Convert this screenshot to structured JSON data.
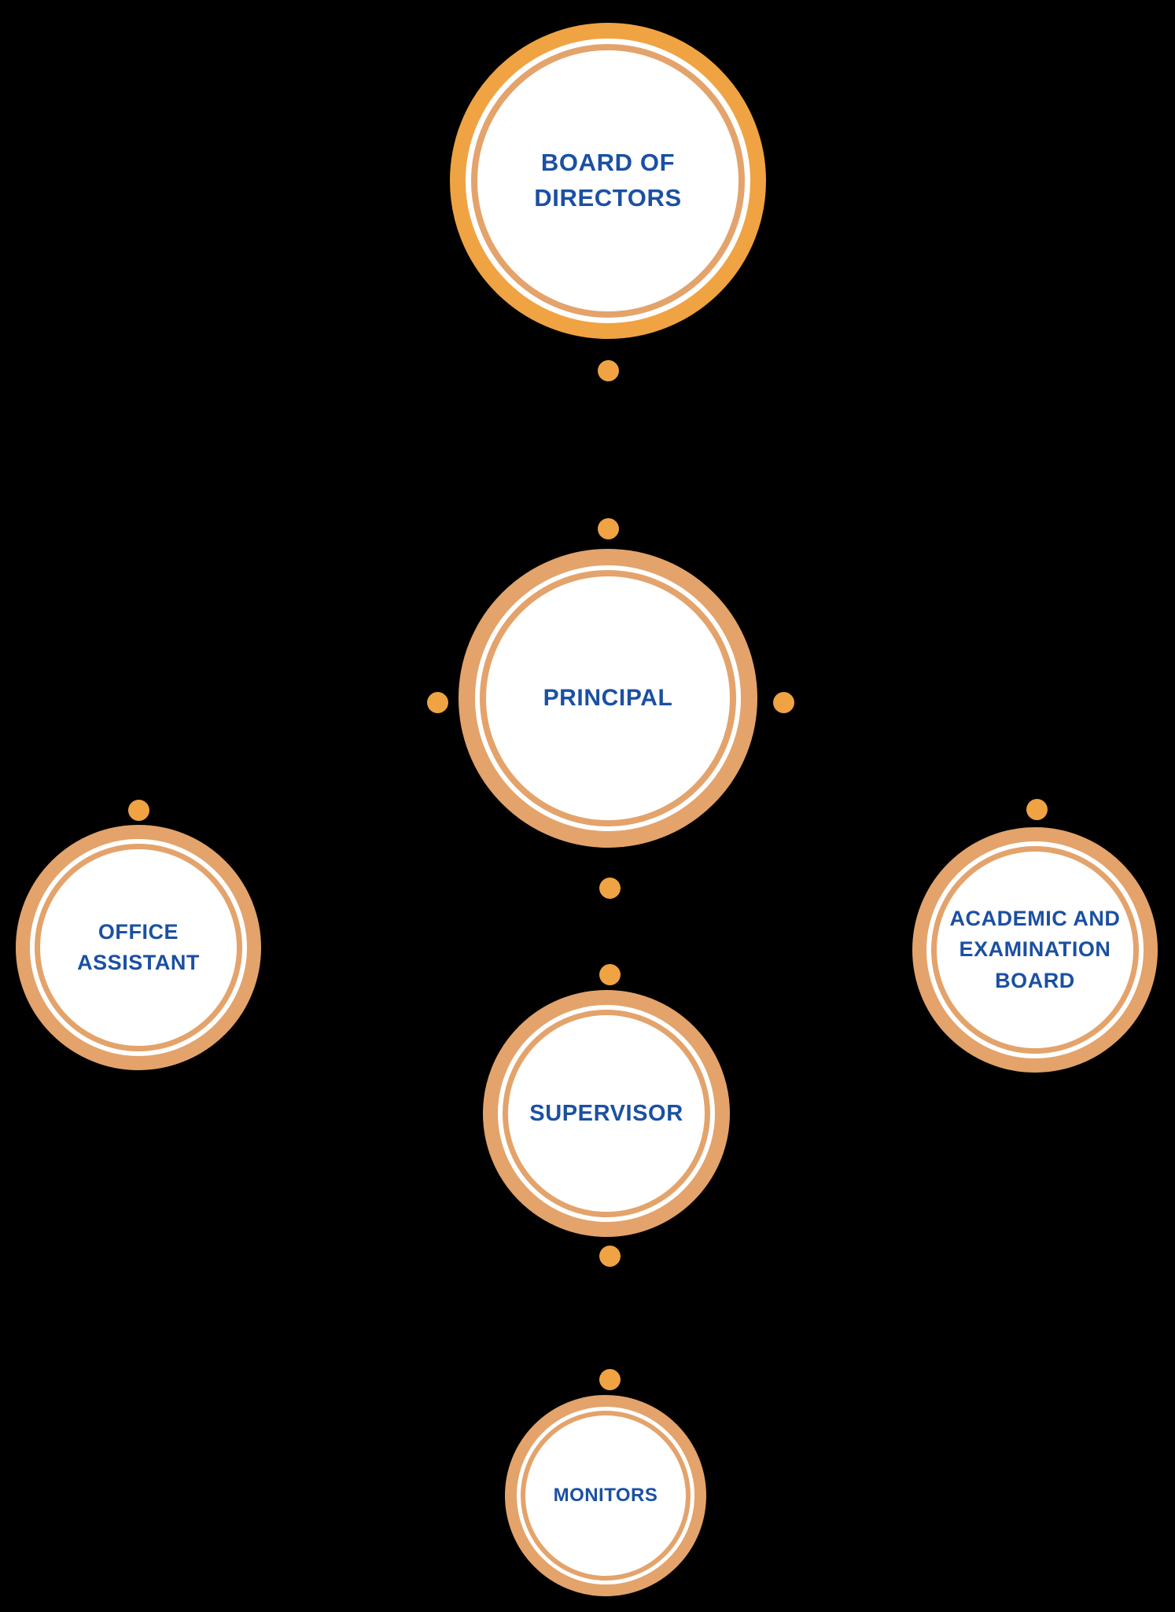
{
  "diagram": {
    "type": "org-chart",
    "nodes": [
      {
        "id": "board-of-directors",
        "label": "BOARD OF DIRECTORS",
        "lines": [
          "BOARD OF DIRECTORS"
        ]
      },
      {
        "id": "principal",
        "label": "PRINCIPAL",
        "lines": [
          "PRINCIPAL"
        ]
      },
      {
        "id": "office-assistant",
        "label": "OFFICE ASSISTANT",
        "lines": [
          "OFFICE",
          "ASSISTANT"
        ]
      },
      {
        "id": "academic-and-examination-board",
        "label": "ACADEMIC AND EXAMINATION BOARD",
        "lines": [
          "ACADEMIC AND",
          "EXAMINATION",
          "BOARD"
        ]
      },
      {
        "id": "supervisor",
        "label": "SUPERVISOR",
        "lines": [
          "SUPERVISOR"
        ]
      },
      {
        "id": "monitors",
        "label": "MONITORS",
        "lines": [
          "MONITORS"
        ]
      }
    ],
    "colors": {
      "background": "#000000",
      "dot_orange": "#F0A342",
      "board_outer_ring": "#F0A342",
      "ring_salmon": "#E3A36B",
      "circle_fill": "#FFFFFF",
      "label_blue": "#1B50A2"
    }
  }
}
